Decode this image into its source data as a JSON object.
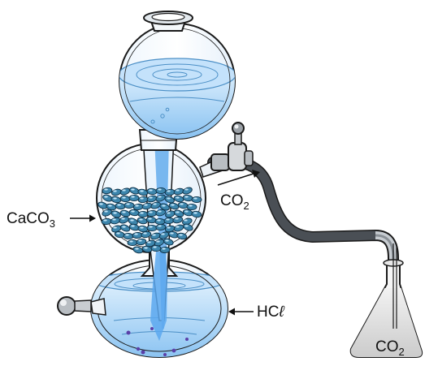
{
  "labels": {
    "caco3": {
      "text": "CaCO",
      "sub": "3"
    },
    "co2_out": {
      "text": "CO",
      "sub": "2"
    },
    "hcl": {
      "text": "HC",
      "script": "ℓ"
    },
    "co2_flask": {
      "text": "CO",
      "sub": "2"
    }
  },
  "colors": {
    "liquid": "#8cc4f2",
    "glass_outline": "#1a1a1a",
    "marble_chips": "#3d86ad",
    "tubing": "#4a4f55",
    "flask_gas": "#d2d2d2"
  }
}
